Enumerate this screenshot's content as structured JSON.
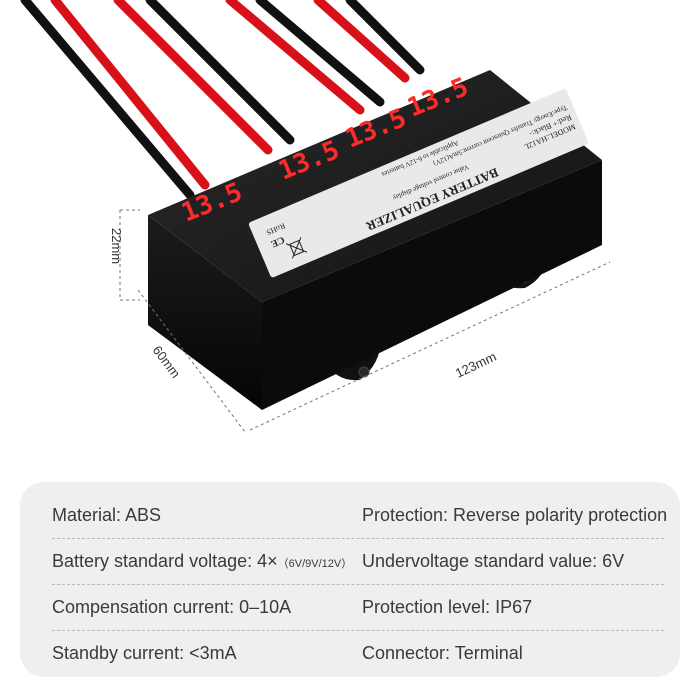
{
  "dimensions": {
    "height": "22mm",
    "width": "60mm",
    "length": "123mm"
  },
  "displays": [
    "13.5",
    "13.5",
    "13.5",
    "13.5"
  ],
  "label": {
    "title": "BATTERY EQUALIZER",
    "model": "MODEL:HA12L",
    "wires": "Red:+  Black:-",
    "type": "Type:Energy Transfer  Quiescent current:5mA(12V)",
    "display": "Value control voltage display",
    "applicable": "Applicable to 6-12V batteries",
    "marks": [
      "RoHS",
      "CE"
    ]
  },
  "specs": {
    "rows": [
      {
        "left": "Material: ABS",
        "right": "Protection: Reverse polarity protection"
      },
      {
        "left": "Battery standard voltage: 4×",
        "left_small": "（6V/9V/12V）",
        "right": "Undervoltage standard value: 6V"
      },
      {
        "left": "Compensation current: 0–10A",
        "right": "Protection level: IP67"
      },
      {
        "left": "Standby current: <3mA",
        "right": "Connector: Terminal"
      }
    ]
  }
}
